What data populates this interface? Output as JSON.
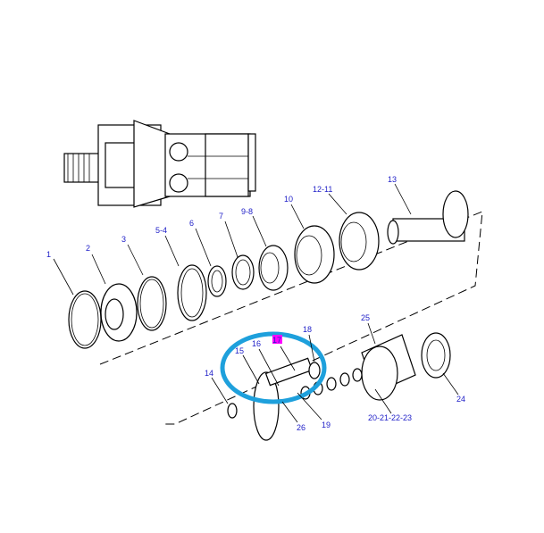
{
  "diagram": {
    "labels": {
      "p1": "1",
      "p2": "2",
      "p3": "3",
      "p5_4": "5-4",
      "p6": "6",
      "p7": "7",
      "p9_8": "9-8",
      "p10": "10",
      "p12_11": "12-11",
      "p13": "13",
      "p25": "25",
      "p18": "18",
      "p17": "17",
      "p16": "16",
      "p15": "15",
      "p14": "14",
      "p19": "19",
      "p26": "26",
      "p20_23": "20-21-22-23",
      "p24": "24"
    },
    "colors": {
      "label": "#2020c8",
      "highlight_box": "#ff00ff",
      "highlight_circle": "#1ea0dc"
    },
    "highlighted_part": "17"
  }
}
